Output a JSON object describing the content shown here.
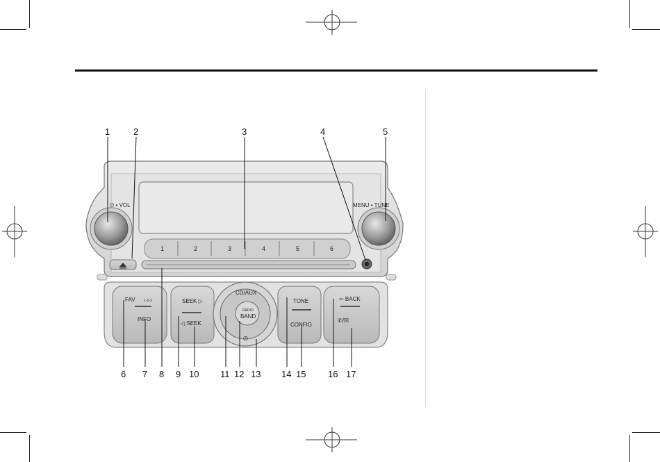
{
  "radio": {
    "left_knob_label": "⏻ • VOL",
    "right_knob_label": "MENU • TUNE",
    "presets": [
      "1",
      "2",
      "3",
      "4",
      "5",
      "6"
    ],
    "fav_label": "FAV",
    "fav_sub_label": "1-2-3",
    "info_label": "INFO",
    "seek_up_label": "SEEK ▷",
    "seek_down_label": "◁ SEEK",
    "cd_aux_label": "CD/AUX",
    "radio_label": "RADIO",
    "band_label": "BAND",
    "clock_symbol": "◷",
    "tone_label": "TONE",
    "config_label": "CONFIG",
    "back_label": "⇦ BACK",
    "phone_mute_label": "✆/☒"
  },
  "callouts": [
    "1",
    "2",
    "3",
    "4",
    "5",
    "6",
    "7",
    "8",
    "9",
    "10",
    "11",
    "12",
    "13",
    "14",
    "15",
    "16",
    "17"
  ]
}
